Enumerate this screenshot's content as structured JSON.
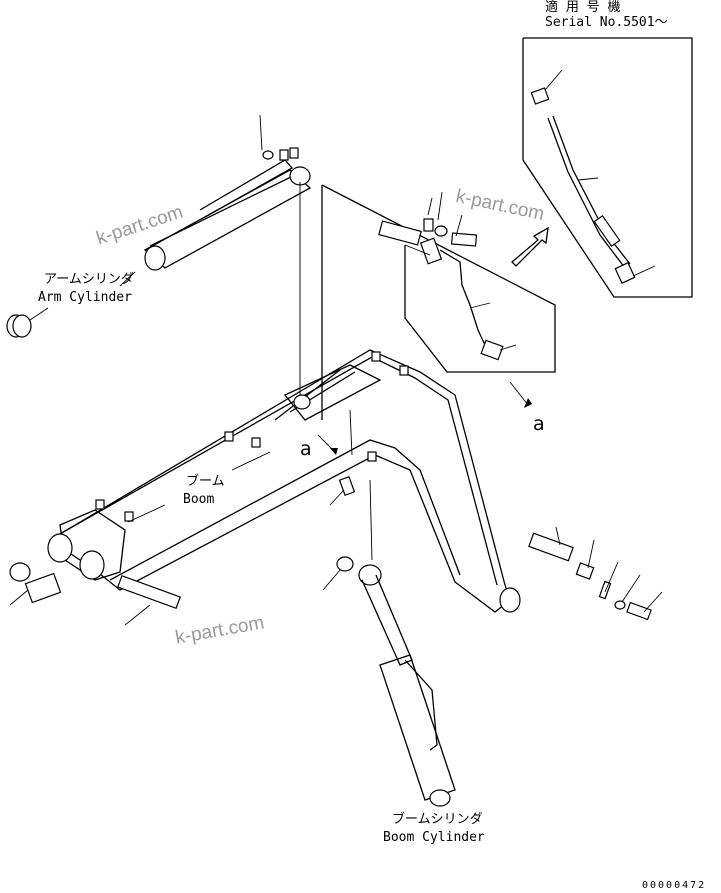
{
  "serial_box": {
    "title": "適 用 号 機",
    "serial": "Serial No.5501～"
  },
  "labels": {
    "arm_cylinder_jp": "アームシリンダ",
    "arm_cylinder_en": "Arm Cylinder",
    "boom_jp": "ブーム",
    "boom_en": "Boom",
    "boom_cylinder_jp": "ブームシリンダ",
    "boom_cylinder_en": "Boom Cylinder",
    "ref_a_detail": "a",
    "ref_a_view": "a"
  },
  "watermarks": [
    "k-part.com",
    "k-part.com",
    "k-part.com"
  ],
  "drawing_code": "00000472"
}
